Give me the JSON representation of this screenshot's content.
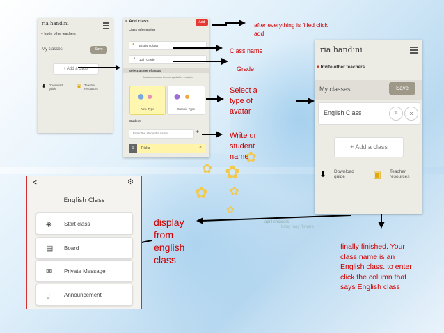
{
  "phone1": {
    "logo": "ria handini",
    "invite": "Invite other teachers",
    "my_classes": "My classes",
    "save": "Save",
    "add_class": "+ Add a class",
    "download": "Download guide",
    "teacher_res": "Teacher resources"
  },
  "phone2": {
    "back": "<",
    "title": "Add class",
    "add": "Add",
    "class_info": "Class Information",
    "class_name": "English Class",
    "grade": "10th Grade",
    "avatar_header": "Select a type of avatar",
    "avatar_note": "Avatars can also be changed after creation",
    "neo": "Neo Type",
    "classic": "Classic Type",
    "student": "Student",
    "student_placeholder": "Enter the student's name",
    "student_num": "1",
    "student_name": "Riska",
    "remove": "×"
  },
  "annotations": {
    "after_filled": "after everything is filled click add",
    "class_name": "Class name",
    "grade": "Grade",
    "select_avatar": "Select a type of avatar",
    "write_student": "Write ur student name",
    "display": "display from english class",
    "finished": "finished. Your class name is an English class. to enter click the column that says English class",
    "finished_prefix": "finally "
  },
  "phone3": {
    "logo": "ria handini",
    "invite": "Invite other teachers",
    "my_classes": "My classes",
    "save": "Save",
    "class_item": "English Class",
    "add_class": "+ Add a class",
    "download": "Download guide",
    "teacher_res": "Teacher resources"
  },
  "phone4": {
    "back": "<",
    "title": "English Class",
    "buttons": [
      {
        "label": "Start class"
      },
      {
        "label": "Board"
      },
      {
        "label": "Private Message"
      },
      {
        "label": "Announcement"
      }
    ]
  },
  "background_text": {
    "line1": "april showers",
    "line2": "bring may flowers"
  }
}
